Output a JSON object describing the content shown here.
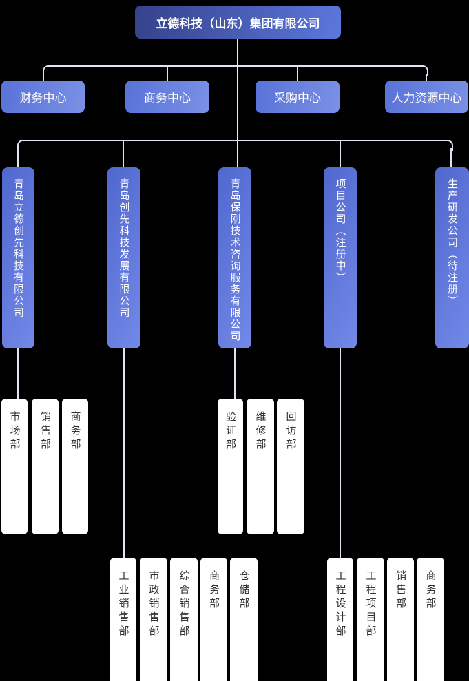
{
  "org": {
    "root": {
      "label": "立德科技（山东）集团有限公司"
    },
    "centers": [
      {
        "label": "财务中心"
      },
      {
        "label": "商务中心"
      },
      {
        "label": "采购中心"
      },
      {
        "label": "人力资源中心"
      }
    ],
    "companies": [
      {
        "name": "青岛立德创先科技有限公司",
        "departments": [
          "市场部",
          "销售部",
          "商务部"
        ]
      },
      {
        "name": "青岛创先科技发展有限公司",
        "departments": [
          "工业销售部",
          "市政销售部",
          "综合销售部",
          "商务部",
          "仓储部"
        ]
      },
      {
        "name": "青岛保刚技术咨询服务有限公司",
        "departments": [
          "验证部",
          "维修部",
          "回访部"
        ]
      },
      {
        "name": "项目公司（注册中）",
        "departments": [
          "工程设计部",
          "工程项目部",
          "销售部",
          "商务部"
        ]
      },
      {
        "name": "生产研发公司（待注册）",
        "departments": []
      }
    ],
    "colors": {
      "background": "#000000",
      "root_gradient_start": "#35428B",
      "root_gradient_end": "#5C77DC",
      "center_gradient_start": "#5872D7",
      "center_gradient_end": "#7B91E6",
      "company_gradient_start": "#5067CE",
      "company_gradient_end": "#7389E8",
      "department_background": "#FFFFFF",
      "department_text": "#333333",
      "connector_line": "#DFE4F2",
      "node_text": "#FFFFFF"
    }
  }
}
